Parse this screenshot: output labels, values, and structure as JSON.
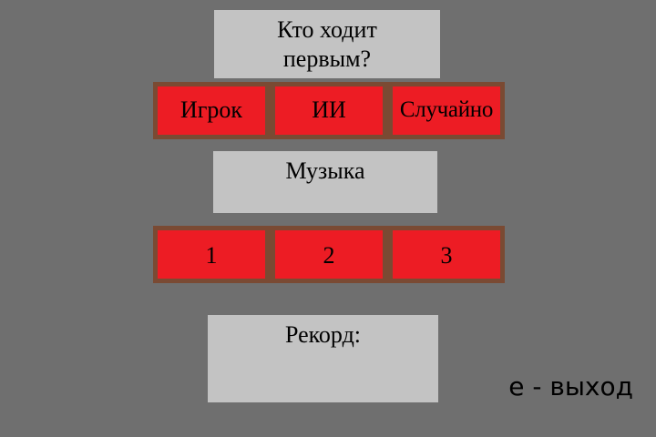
{
  "turn": {
    "title_line1": "Кто ходит",
    "title_line2": "первым?",
    "options": [
      "Игрок",
      "ИИ",
      "Случайно"
    ]
  },
  "music": {
    "title": "Музыка",
    "tracks": [
      "1",
      "2",
      "3"
    ]
  },
  "record": {
    "label": "Рекорд:"
  },
  "exit_hint": "e - выход",
  "colors": {
    "background": "#6f6f6f",
    "panel": "#c3c3c3",
    "button": "#ed1c24",
    "button_border": "#7a4a33"
  }
}
